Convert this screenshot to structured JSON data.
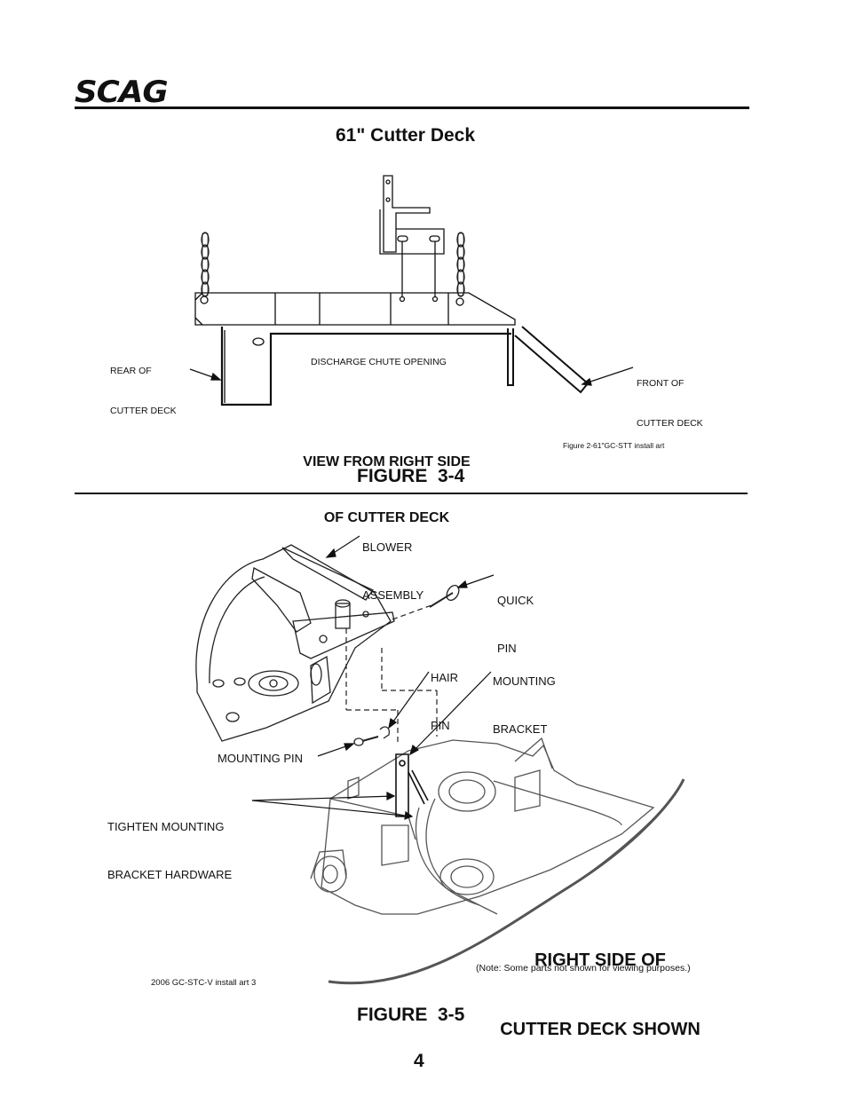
{
  "header": {
    "logo": "SCAG"
  },
  "figure_3_4": {
    "title": "61\" Cutter Deck",
    "rear_label": [
      "REAR OF",
      "CUTTER DECK"
    ],
    "chute_label": "DISCHARGE CHUTE OPENING",
    "front_label": [
      "FRONT OF",
      "CUTTER DECK"
    ],
    "view_label": [
      "VIEW FROM RIGHT SIDE",
      "OF CUTTER DECK"
    ],
    "art_note": "Figure 2-61\"GC-STT install art",
    "caption": "FIGURE  3-4"
  },
  "figure_3_5": {
    "blower_label": [
      "BLOWER",
      "ASSEMBLY"
    ],
    "quick_pin_label": [
      "QUICK",
      "PIN"
    ],
    "hair_pin_label": [
      "HAIR",
      "PIN"
    ],
    "mounting_bracket_label": [
      "MOUNTING",
      "BRACKET"
    ],
    "mounting_pin_label": "MOUNTING PIN",
    "tighten_label": [
      "TIGHTEN MOUNTING",
      "BRACKET HARDWARE"
    ],
    "right_side_label": [
      "RIGHT SIDE OF",
      "CUTTER DECK SHOWN"
    ],
    "note": "(Note: Some parts not shown for viewing purposes.)",
    "art_note": "2006 GC-STC-V install art 3",
    "caption": "FIGURE  3-5"
  },
  "footer": {
    "page_number": "4"
  }
}
